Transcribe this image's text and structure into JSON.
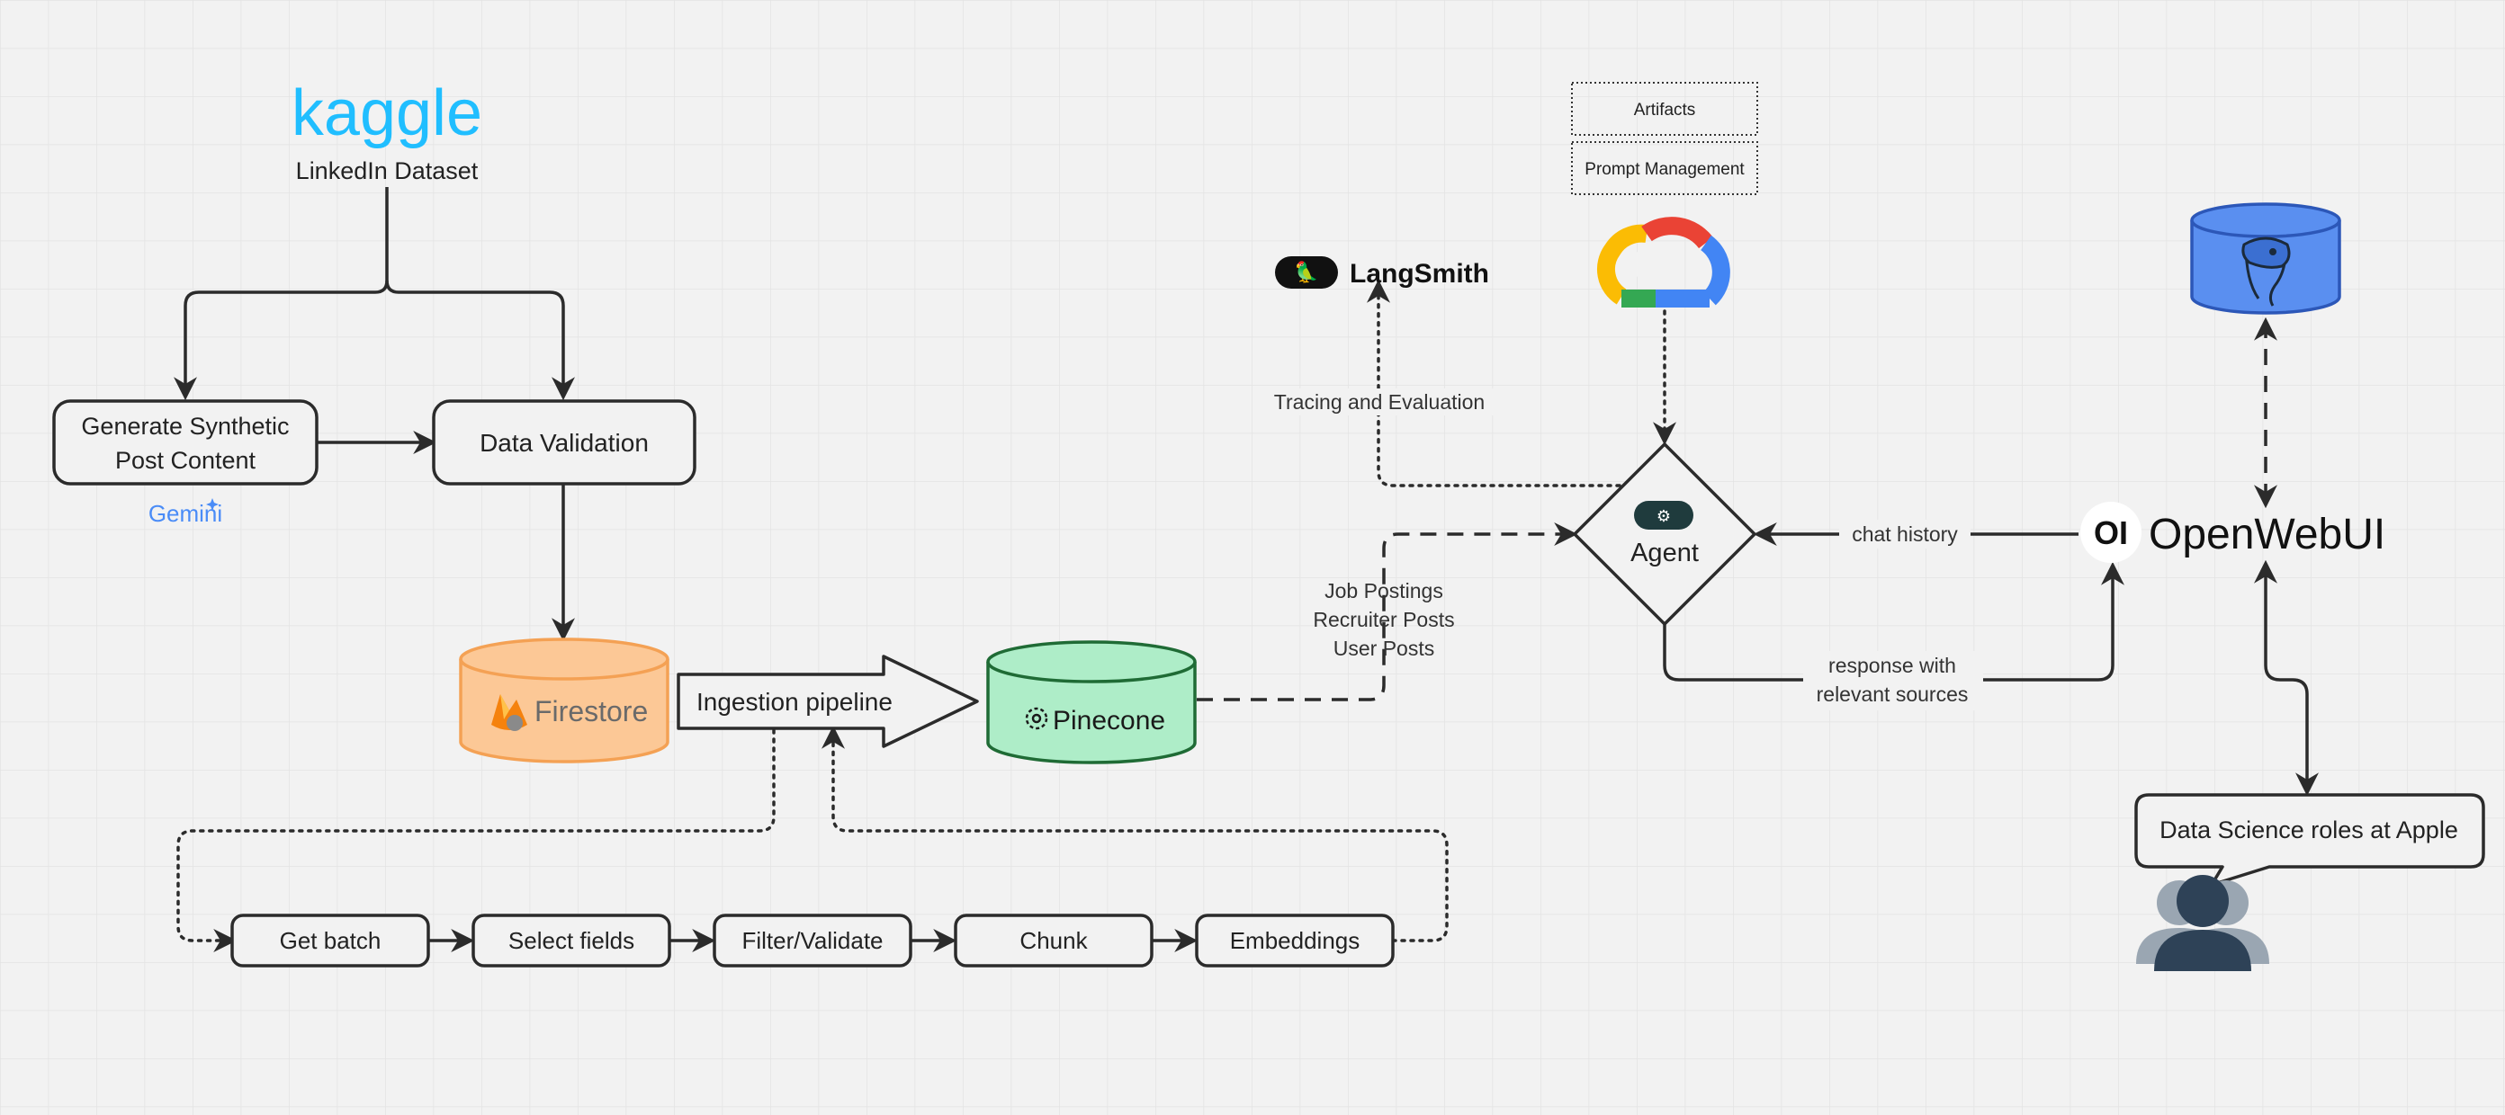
{
  "colors": {
    "background": "#f2f2f2",
    "grid": "#e3e3e3",
    "stroke": "#2b2b2b",
    "kaggle": "#20beff",
    "gemini": "#4a8cf7",
    "firestore_fill": "#fcc896",
    "firestore_stroke": "#f4a154",
    "firestore_text": "#6a6a6a",
    "pinecone_fill": "#aeedc8",
    "pinecone_stroke": "#1f6b35",
    "postgres_fill": "#5a8ff0",
    "postgres_stroke": "#2c57b8",
    "user_icon": "#2e4257"
  },
  "source": {
    "logo": "kaggle",
    "label": "LinkedIn Dataset"
  },
  "nodes": {
    "generate": {
      "line1": "Generate Synthetic",
      "line2": "Post Content",
      "badge": "Gemini"
    },
    "validation": "Data Validation",
    "firestore": "Firestore",
    "ingestion": "Ingestion pipeline",
    "pinecone": "Pinecone",
    "agent": "Agent",
    "langsmith": "LangSmith",
    "artifacts": "Artifacts",
    "prompt_mgmt": "Prompt Management",
    "openwebui": "OpenWebUI",
    "openwebui_mark": "OI",
    "postgres_icon": "postgres-elephant-icon",
    "user_query": "Data Science roles at Apple",
    "user_icon": "users-icon"
  },
  "pipeline_steps": [
    "Get batch",
    "Select fields",
    "Filter/Validate",
    "Chunk",
    "Embeddings"
  ],
  "edge_labels": {
    "tracing": "Tracing and Evaluation",
    "retrieval": [
      "Job Postings",
      "Recruiter Posts",
      "User Posts"
    ],
    "chat_history": "chat history",
    "response": [
      "response with",
      "relevant sources"
    ]
  }
}
